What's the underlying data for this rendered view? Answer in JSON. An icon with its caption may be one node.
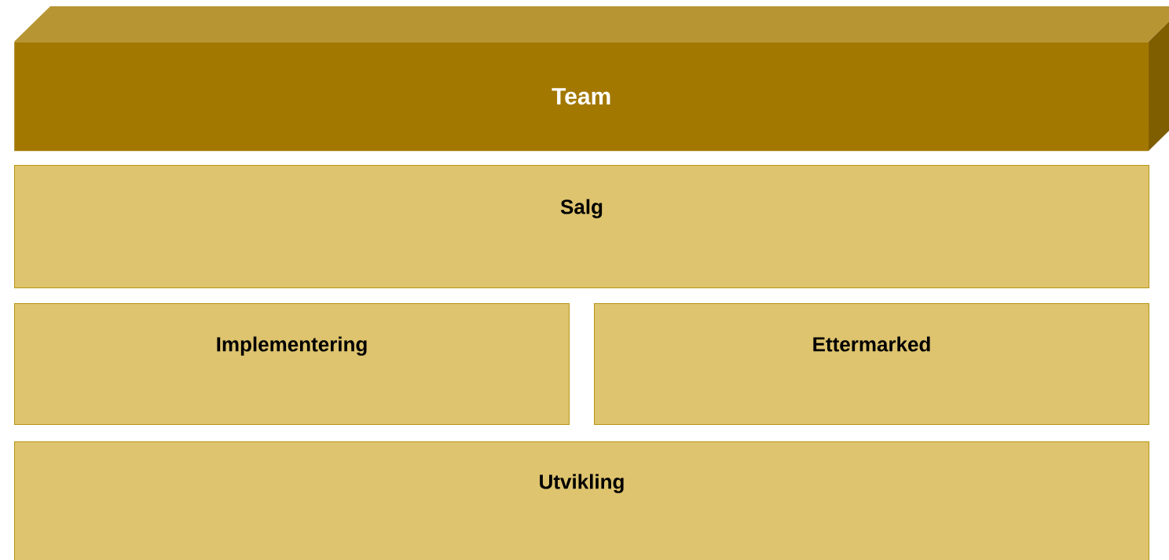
{
  "diagram": {
    "nodes": [
      {
        "text": [
          "Team"
        ]
      },
      {
        "text": [
          "Salg"
        ]
      },
      {
        "text": [
          "Implementering"
        ]
      },
      {
        "text": [
          "Ettermarked"
        ]
      },
      {
        "text": [
          "Utvikling"
        ]
      }
    ]
  }
}
